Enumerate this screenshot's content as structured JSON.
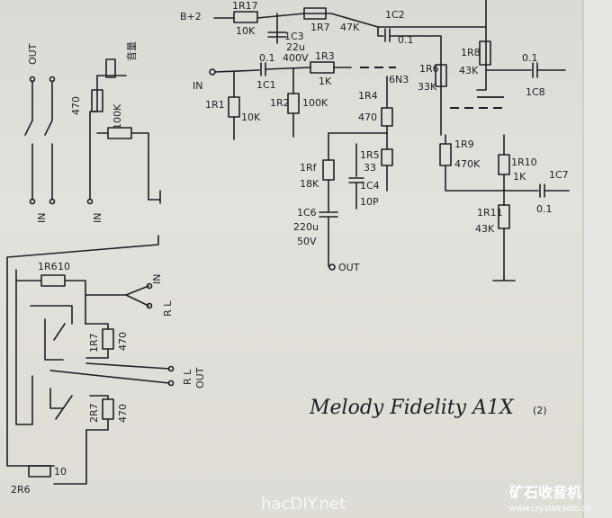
{
  "title": "Melody Fidelity A1X",
  "title_suffix": "(2)",
  "top_labels": {
    "bplus": "B+2",
    "r17": "1R17",
    "r17v": "10K",
    "r7": "1R7",
    "r7v": "47K",
    "c3": "1C3",
    "c3v1": "22u",
    "c3v2": "400V",
    "c2": "1C2",
    "c2v": "0.1",
    "in": "IN",
    "c1v": "0.1",
    "c1": "1C1",
    "r3": "1R3",
    "r3v": "1K",
    "tube": "6N3",
    "r1": "1R1",
    "r1v": "10K",
    "r2": "1R2",
    "r2v": "100K",
    "r4": "1R4",
    "r4v": "470",
    "r6": "1R6",
    "r6v": "33K",
    "r8": "1R8",
    "r8v": "43K",
    "c8v": "0.1",
    "c8": "1C8",
    "r9": "1R9",
    "r9v": "470K",
    "r10": "1R10",
    "r10v": "1K",
    "c7": "1C7",
    "c7v": "0.1",
    "r11": "1R11",
    "r11v": "43K",
    "rf": "1Rf",
    "rfv": "18K",
    "r5": "1R5",
    "r5v": "33",
    "c4": "1C4",
    "c4v": "10P",
    "c6": "1C6",
    "c6v1": "220u",
    "c6v2": "50V",
    "out": "OUT"
  },
  "left_labels": {
    "out": "OUT",
    "in1": "IN",
    "in2": "IN",
    "pot": "音量",
    "r470": "470",
    "r100": "100K"
  },
  "bottom_labels": {
    "r6": "1R6",
    "r6v": "10",
    "in": "IN",
    "rl1": "R L",
    "r7": "1R7",
    "r7v": "470",
    "rl2": "R L",
    "out": "OUT",
    "r7b": "2R7",
    "r7bv": "470",
    "r6b": "2R6",
    "r6bv": "10"
  },
  "watermark": "hacDIY.net",
  "logo": {
    "cn": "矿石收音机",
    "url": "www.crystalradio.cn"
  }
}
